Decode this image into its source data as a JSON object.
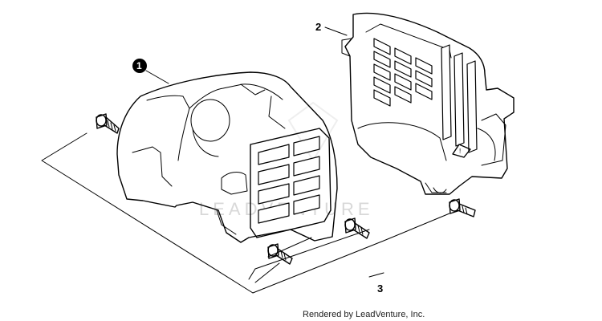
{
  "diagram": {
    "watermark": "LEADVENTURE",
    "footer": "Rendered by LeadVenture, Inc.",
    "callouts": [
      {
        "label": "1",
        "style": "filled-circle"
      },
      {
        "label": "2",
        "style": "plain"
      },
      {
        "label": "3",
        "style": "plain"
      }
    ]
  },
  "colors": {
    "line": "#000000",
    "background": "#ffffff",
    "watermark": "#d8d8d8"
  }
}
